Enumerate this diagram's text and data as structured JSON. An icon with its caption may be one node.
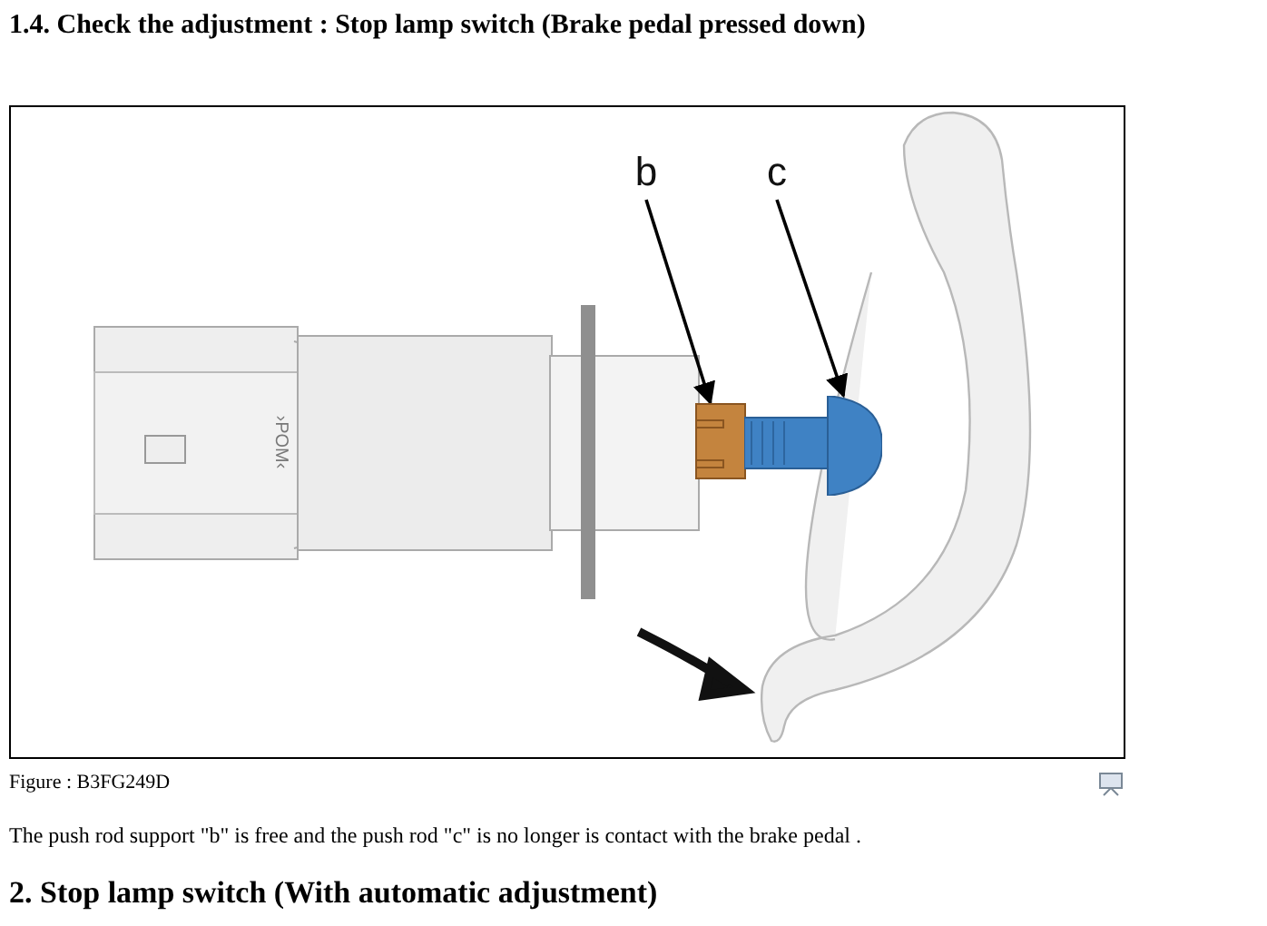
{
  "diagram": {
    "title": "1.4. Check the adjustment : Stop lamp switch (Brake pedal pressed down)",
    "nodes": [
      {
        "text": [
          "b"
        ]
      },
      {
        "text": [
          "c"
        ]
      },
      {
        "text": [],
        "shape": "box"
      },
      {
        "text": [],
        "shape": "circle"
      }
    ],
    "edges": [
      {
        "from": 0,
        "to": 2,
        "arrow": "to"
      },
      {
        "from": 1,
        "to": 3,
        "arrow": "to"
      }
    ],
    "labels": [
      "›POM‹",
      "Figure : B3FG249D",
      "The push rod support \"b\" is free and the push rod \"c\" is no longer is contact with the brake pedal .",
      "2. Stop lamp switch (With automatic adjustment)"
    ]
  }
}
